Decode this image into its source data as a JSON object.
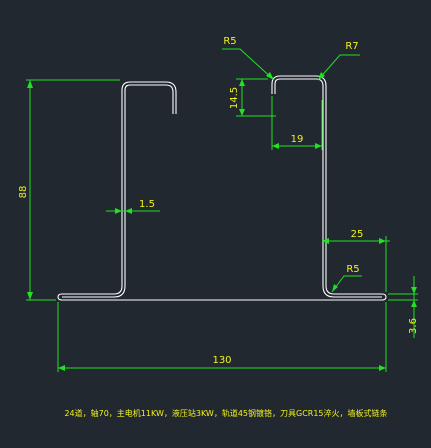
{
  "dimensions": {
    "height_total": "88",
    "flange_height": "14.5",
    "flange_width": "19",
    "thickness": "1.5",
    "base_overhang": "25",
    "bottom_gap": "3.6",
    "width_total": "130",
    "radius_outer_top": "R5",
    "radius_outer_corner": "R7",
    "radius_bottom": "R5"
  },
  "note": "24道，轴70，主电机11KW，液压站3KW，轨道45钢镀铬，刀具GCR15淬火，墙板式链条",
  "colors": {
    "background": "#212830",
    "dimension_lines": "#22e022",
    "text": "#f2f21c",
    "profile": "#ffffff"
  }
}
